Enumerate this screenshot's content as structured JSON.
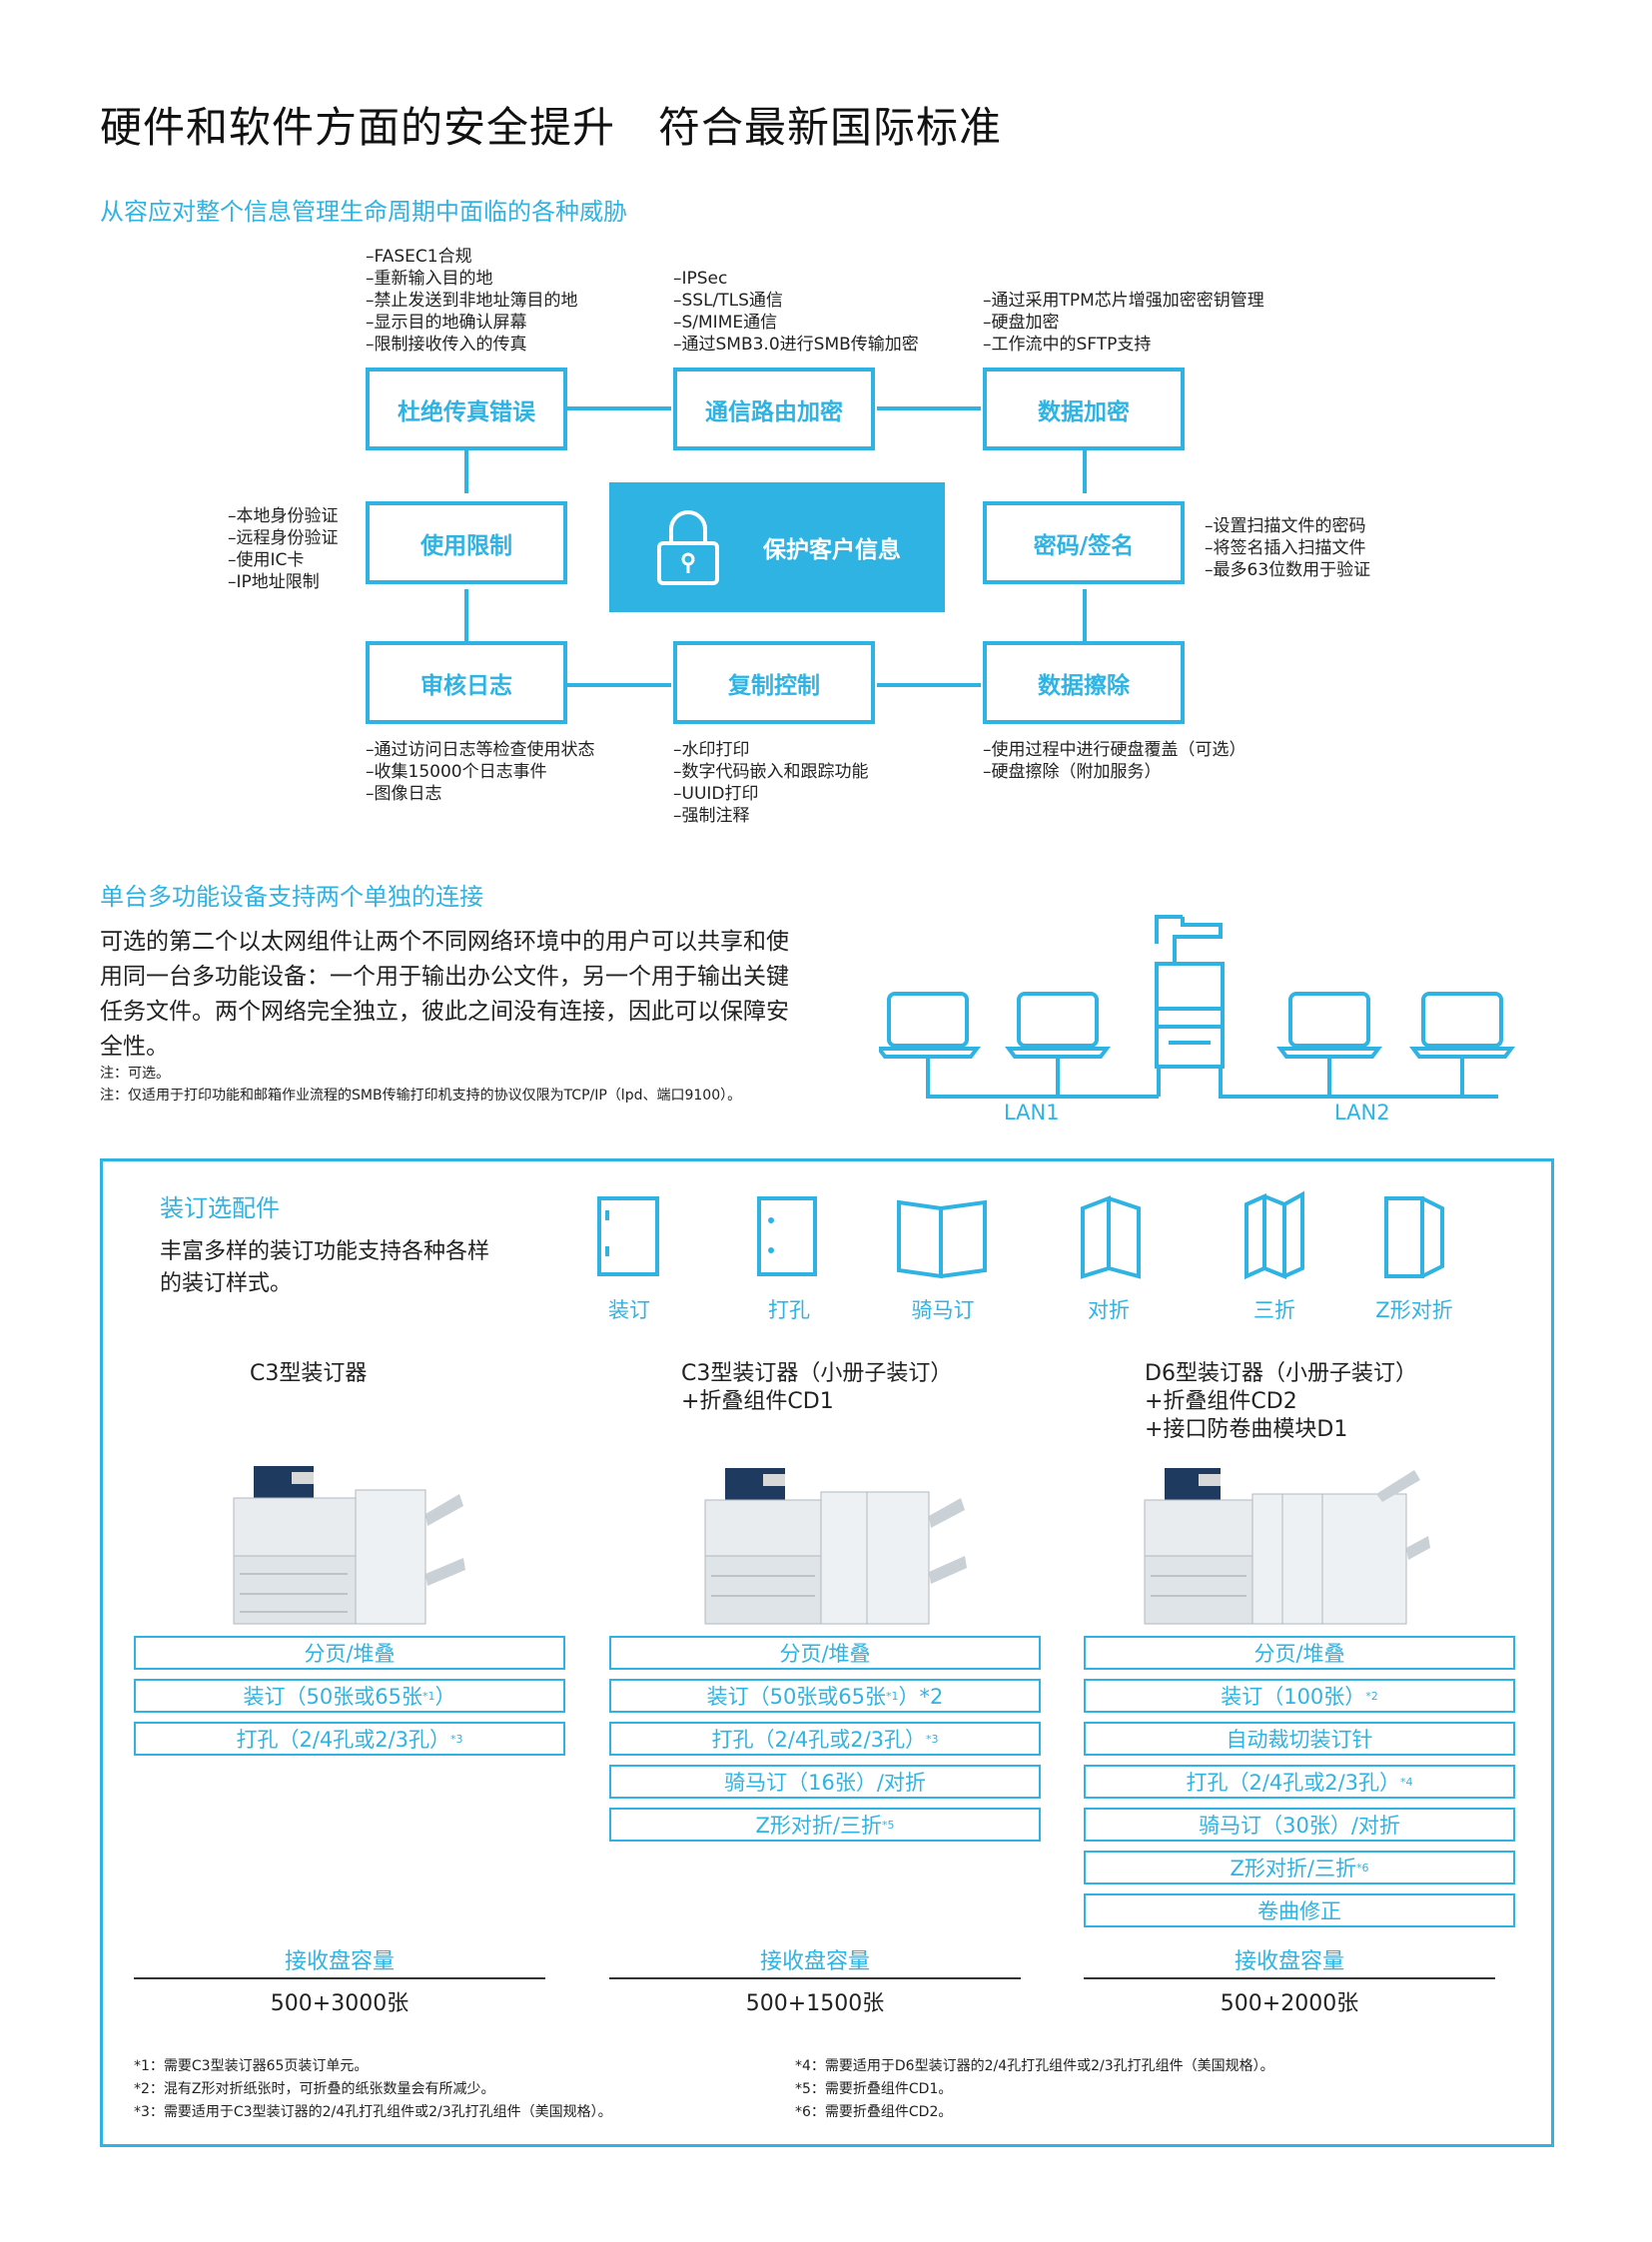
{
  "page_title": "硬件和软件方面的安全提升　符合最新国际标准",
  "sec1_title": "从容应对整个信息管理生命周期中面临的各种威胁",
  "center_label": "保护客户信息",
  "boxes": {
    "fax": "杜绝传真错误",
    "comm": "通信路由加密",
    "data_enc": "数据加密",
    "usage": "使用限制",
    "password": "密码/签名",
    "audit": "审核日志",
    "copy": "复制控制",
    "erase": "数据擦除"
  },
  "notes": {
    "fax": [
      "–FASEC1合规",
      "–重新输入目的地",
      "–禁止发送到非地址簿目的地",
      "–显示目的地确认屏幕",
      "–限制接收传入的传真"
    ],
    "comm": [
      "–IPSec",
      "–SSL/TLS通信",
      "–S/MIME通信",
      "–通过SMB3.0进行SMB传输加密"
    ],
    "data_enc": [
      "–通过采用TPM芯片增强加密密钥管理",
      "–硬盘加密",
      "–工作流中的SFTP支持"
    ],
    "usage": [
      "–本地身份验证",
      "–远程身份验证",
      "–使用IC卡",
      "–IP地址限制"
    ],
    "password": [
      "–设置扫描文件的密码",
      "–将签名插入扫描文件",
      "–最多63位数用于验证"
    ],
    "audit": [
      "–通过访问日志等检查使用状态",
      "–收集15000个日志事件",
      "–图像日志"
    ],
    "copy": [
      "–水印打印",
      "–数字代码嵌入和跟踪功能",
      "–UUID打印",
      "–强制注释"
    ],
    "erase": [
      "–使用过程中进行硬盘覆盖（可选）",
      "–硬盘擦除（附加服务）"
    ]
  },
  "sec2_title": "单台多功能设备支持两个单独的连接",
  "sec2_paragraph": "可选的第二个以太网组件让两个不同网络环境中的用户可以共享和使用同一台多功能设备：一个用于输出办公文件，另一个用于输出关键任务文件。两个网络完全独立，彼此之间没有连接，因此可以保障安全性。",
  "sec2_notes": [
    "注：可选。",
    "注：仅适用于打印功能和邮箱作业流程的SMB传输打印机支持的协议仅限为TCP/IP（lpd、端口9100）。"
  ],
  "lan_labels": [
    "LAN1",
    "LAN2"
  ],
  "sec3_title": "装订选配件",
  "sec3_desc": [
    "丰富多样的装订功能支持各种各样",
    "的装订样式。"
  ],
  "fold_types": [
    "装订",
    "打孔",
    "骑马订",
    "对折",
    "三折",
    "Z形对折"
  ],
  "finishers": [
    {
      "name": [
        "C3型装订器"
      ],
      "features": [
        {
          "text": "分页/堆叠",
          "sup": ""
        },
        {
          "text": "装订（50张或65张",
          "sup": "*1",
          "after": "）"
        },
        {
          "text": "打孔（2/4孔或2/3孔）",
          "sup": "*3"
        }
      ],
      "capacity_label": "接收盘容量",
      "capacity": "500+3000张"
    },
    {
      "name": [
        "C3型装订器（小册子装订）",
        "+折叠组件CD1"
      ],
      "features": [
        {
          "text": "分页/堆叠",
          "sup": ""
        },
        {
          "text": "装订（50张或65张",
          "sup": "*1",
          "after": "）*2"
        },
        {
          "text": "打孔（2/4孔或2/3孔）",
          "sup": "*3"
        },
        {
          "text": "骑马订（16张）/对折",
          "sup": ""
        },
        {
          "text": "Z形对折/三折",
          "sup": "*5"
        }
      ],
      "capacity_label": "接收盘容量",
      "capacity": "500+1500张"
    },
    {
      "name": [
        "D6型装订器（小册子装订）",
        "+折叠组件CD2",
        "+接口防卷曲模块D1"
      ],
      "features": [
        {
          "text": "分页/堆叠",
          "sup": ""
        },
        {
          "text": "装订（100张）",
          "sup": "*2"
        },
        {
          "text": "自动裁切装订针",
          "sup": ""
        },
        {
          "text": "打孔（2/4孔或2/3孔）",
          "sup": "*4"
        },
        {
          "text": "骑马订（30张）/对折",
          "sup": ""
        },
        {
          "text": "Z形对折/三折",
          "sup": "*6"
        },
        {
          "text": "卷曲修正",
          "sup": ""
        }
      ],
      "capacity_label": "接收盘容量",
      "capacity": "500+2000张"
    }
  ],
  "footnotes_left": [
    "*1：需要C3型装订器65页装订单元。",
    "*2：混有Z形对折纸张时，可折叠的纸张数量会有所减少。",
    "*3：需要适用于C3型装订器的2/4孔打孔组件或2/3孔打孔组件（美国规格）。"
  ],
  "footnotes_right": [
    "*4：需要适用于D6型装订器的2/4孔打孔组件或2/3孔打孔组件（美国规格）。",
    "*5：需要折叠组件CD1。",
    "*6：需要折叠组件CD2。"
  ],
  "colors": {
    "accent": "#2fb3e3",
    "text": "#222222"
  }
}
